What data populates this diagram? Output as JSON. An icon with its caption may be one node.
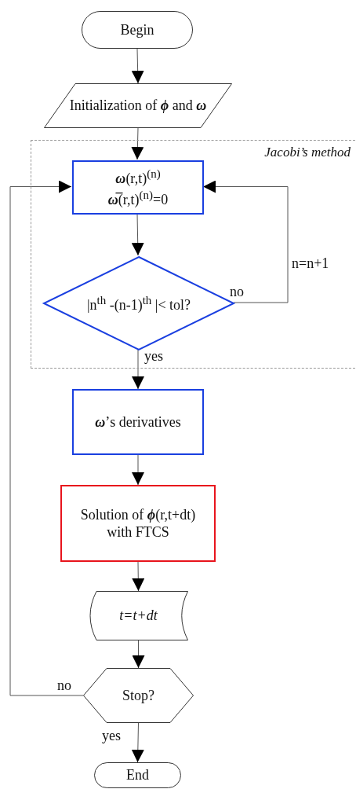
{
  "diagram": {
    "nodes": [
      {
        "text": [
          "Begin"
        ]
      },
      {
        "text": [
          "Initialization of **ϕ** and **ω**"
        ]
      },
      {
        "text": [
          "Jacobi’s method"
        ]
      },
      {
        "text": [
          "**ω**(r,t)$^{(n)}$",
          "**ω̅**(r,t)$^{(n)}$=0"
        ],
        "in": 2
      },
      {
        "text": [
          "|n$^{th}$ -(n-1)$^{th}$ |< tol?"
        ],
        "in": 2
      },
      {
        "text": [
          "**ω**’s derivatives"
        ]
      },
      {
        "text": [
          "Solution of **ϕ**(r,t+dt) with FTCS"
        ]
      },
      {
        "text": [
          "t=t+dt"
        ]
      },
      {
        "text": [
          "Stop?"
        ]
      },
      {
        "text": [
          "End"
        ]
      }
    ],
    "edges": [
      {
        "from": 0,
        "to": 1,
        "arrow": "to"
      },
      {
        "from": 1,
        "to": 3,
        "arrow": "to"
      },
      {
        "from": 3,
        "to": 4,
        "arrow": "to"
      },
      {
        "from": 4,
        "to": 3,
        "arrow": "to",
        "label": "no"
      },
      {
        "from": 4,
        "to": 5,
        "arrow": "to",
        "label": "yes"
      },
      {
        "from": 5,
        "to": 6,
        "arrow": "to"
      },
      {
        "from": 6,
        "to": 7,
        "arrow": "to"
      },
      {
        "from": 7,
        "to": 8,
        "arrow": "to"
      },
      {
        "from": 8,
        "to": 3,
        "arrow": "to",
        "label": "no"
      },
      {
        "from": 8,
        "to": 9,
        "arrow": "to",
        "label": "yes"
      }
    ],
    "labels": [
      "n=n+1"
    ]
  }
}
